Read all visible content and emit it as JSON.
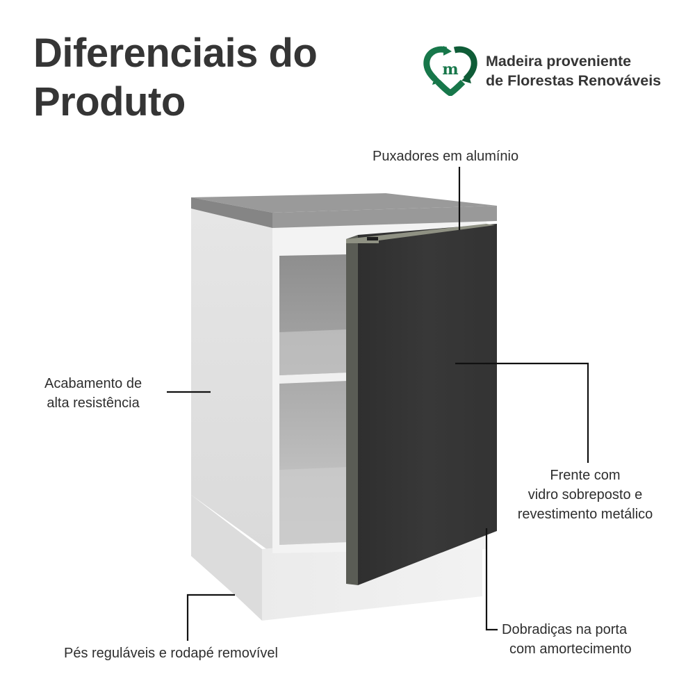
{
  "header": {
    "title_line1": "Diferenciais do",
    "title_line2": "Produto"
  },
  "badge": {
    "icon": "recycle-heart-m-icon",
    "line1": "Madeira proveniente",
    "line2": "de Florestas Renováveis",
    "colors": {
      "primary": "#17774a",
      "dark": "#0f5c37"
    }
  },
  "product": {
    "name": "kitchen-base-cabinet",
    "colors": {
      "countertop": "#8e8e8e",
      "body": "#e3e3e3",
      "door": "#353535",
      "handle": "#8f9183"
    }
  },
  "callouts": {
    "handle": {
      "line1": "Puxadores em alumínio"
    },
    "finish": {
      "line1": "Acabamento de",
      "line2": "alta resistência"
    },
    "front": {
      "line1": "Frente com",
      "line2": "vidro sobreposto e",
      "line3": "revestimento metálico"
    },
    "hinges": {
      "line1": "Dobradiças na porta",
      "line2": "com amortecimento"
    },
    "feet": {
      "line1": "Pés reguláveis e rodapé removível"
    }
  }
}
